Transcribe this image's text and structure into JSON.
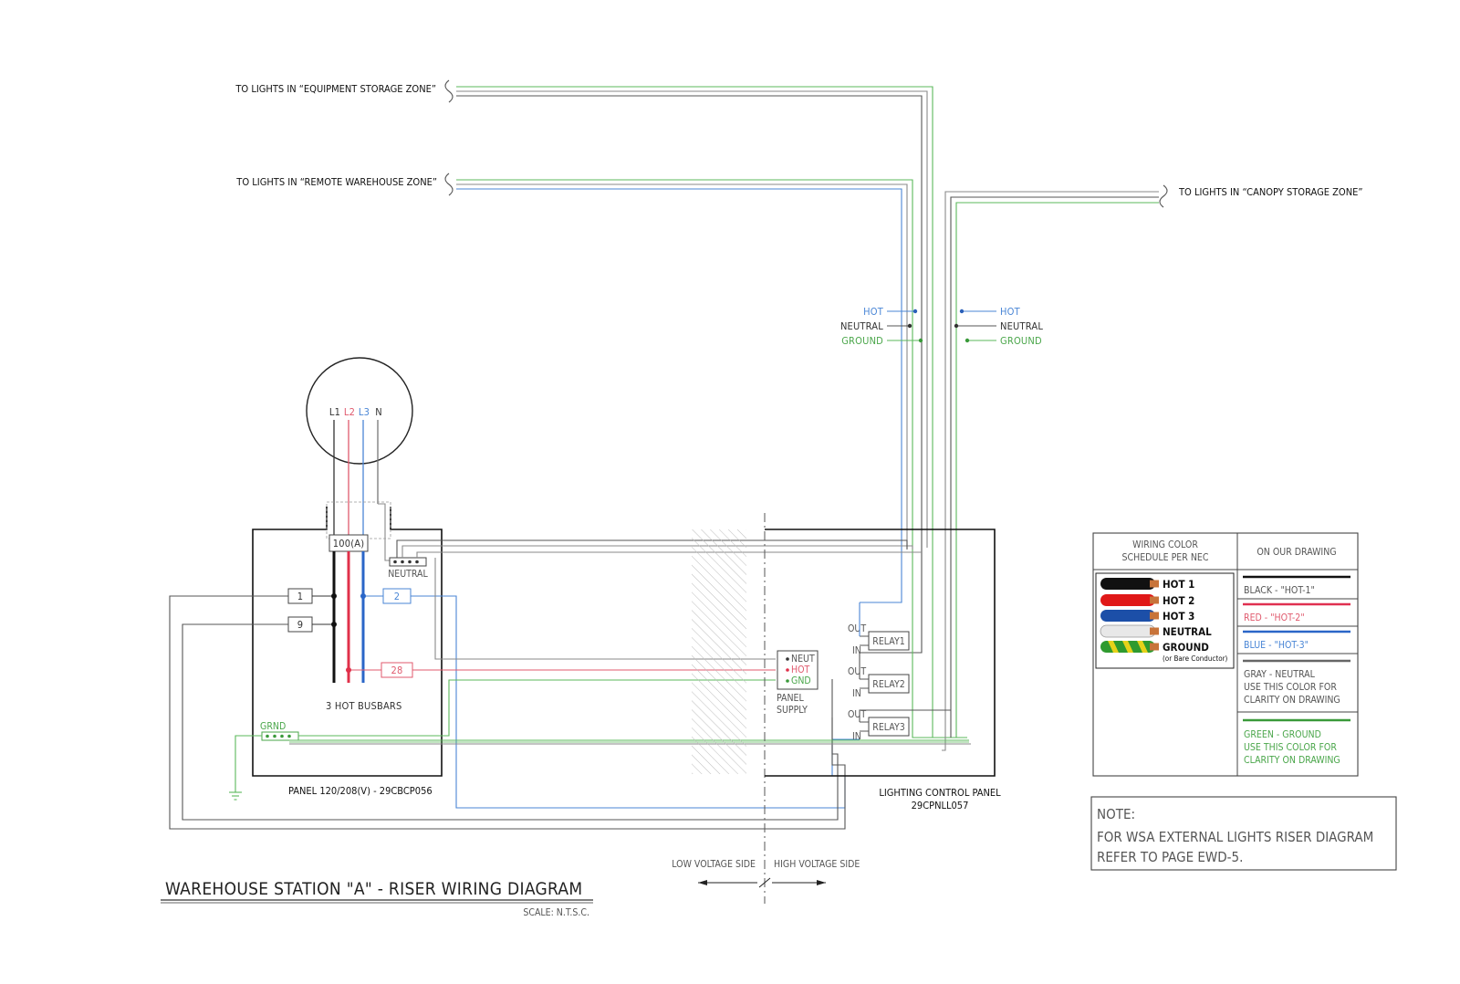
{
  "zones": {
    "equipment": "TO LIGHTS IN “EQUIPMENT STORAGE ZONE”",
    "remote": "TO LIGHTS IN “REMOTE WAREHOUSE ZONE”",
    "canopy": "TO LIGHTS IN “CANOPY STORAGE ZONE”"
  },
  "tap_labels": {
    "hot": "HOT",
    "neutral": "NEUTRAL",
    "ground": "GROUND"
  },
  "meter": {
    "l1": "L1",
    "l2": "L2",
    "l3": "L3",
    "n": "N"
  },
  "panel": {
    "breaker_main": "100(A)",
    "neutral_bar": "NEUTRAL",
    "breaker_1": "1",
    "breaker_9": "9",
    "breaker_2": "2",
    "breaker_28": "28",
    "busbars": "3  HOT  BUSBARS",
    "ground_bar": "GRND",
    "name": "PANEL 120/208(V) - 29CBCP056"
  },
  "supply": {
    "neut": "NEUT",
    "hot": "HOT",
    "gnd": "GND",
    "label_1": "PANEL",
    "label_2": "SUPPLY"
  },
  "relays": {
    "out": "OUT",
    "in": "IN",
    "relay1": "RELAY1",
    "relay2": "RELAY2",
    "relay3": "RELAY3"
  },
  "lcp": {
    "name_1": "LIGHTING CONTROL PANEL",
    "name_2": "29CPNLL057"
  },
  "sides": {
    "low": "LOW  VOLTAGE  SIDE",
    "high": "HIGH  VOLTAGE  SIDE"
  },
  "title": {
    "main": "WAREHOUSE STATION \"A\" -  RISER WIRING DIAGRAM",
    "scale": "SCALE: N.T.S.C."
  },
  "legend": {
    "header_left_1": "WIRING  COLOR",
    "header_left_2": "SCHEDULE  PER  NEC",
    "header_right": "ON  OUR  DRAWING",
    "wires": {
      "hot1": "HOT 1",
      "hot2": "HOT 2",
      "hot3": "HOT 3",
      "neutral": "NEUTRAL",
      "ground": "GROUND",
      "ground_note": "(or Bare Conductor)"
    },
    "black": "BLACK  -  \"HOT-1\"",
    "red": "RED  -  \"HOT-2\"",
    "blue": "BLUE  -  \"HOT-3\"",
    "gray_1": "GRAY  -  NEUTRAL",
    "gray_2": "USE  THIS  COLOR  FOR",
    "gray_3": "CLARITY  ON  DRAWING",
    "green_1": "GREEN  -  GROUND",
    "green_2": "USE  THIS  COLOR  FOR",
    "green_3": "CLARITY  ON  DRAWING"
  },
  "note": {
    "line_1": "NOTE:",
    "line_2": "FOR  WSA  EXTERNAL  LIGHTS  RISER  DIAGRAM",
    "line_3": "REFER  TO  PAGE  EWD-5."
  },
  "colors": {
    "hot1": "#333333",
    "hot2": "#e05a6e",
    "hot3": "#4a86d6",
    "neutral": "#8a8a8a",
    "ground": "#5bb85b"
  }
}
